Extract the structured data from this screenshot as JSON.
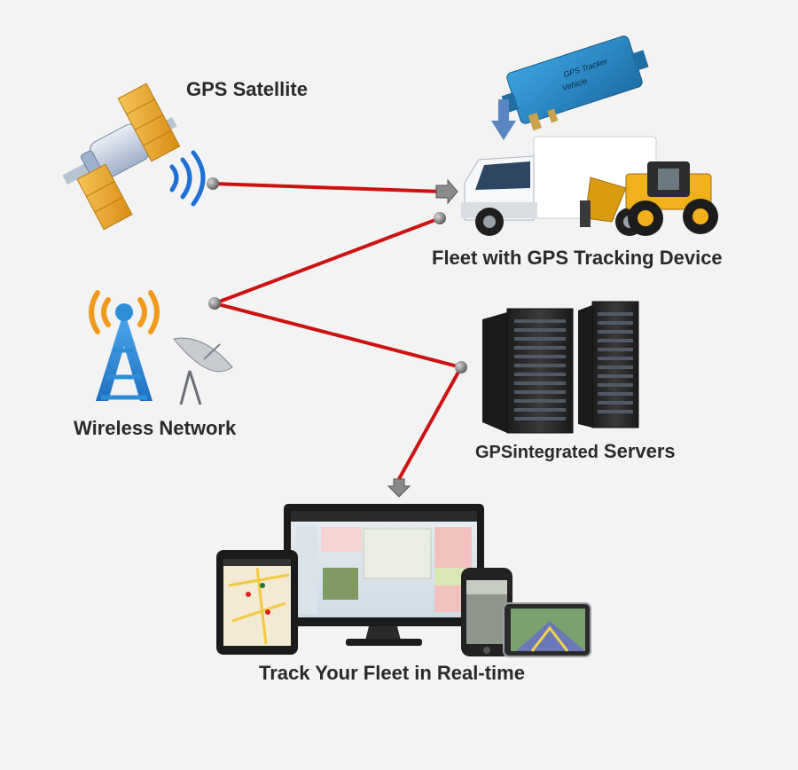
{
  "labels": {
    "satellite": "GPS Satellite",
    "fleet": "Fleet with GPS Tracking Device",
    "wireless": "Wireless Network",
    "servers_prefix": "GPSintegrated",
    "servers_suffix": "Servers",
    "track": "Track Your Fleet in Real-time"
  },
  "device_label": "GPS Tracker",
  "device_label_2": "Vehicle",
  "colors": {
    "link": "#cc1212",
    "signal": "#1f6fd6",
    "tower": "#2b8fd8",
    "wave_orange": "#f29a1b",
    "tracker_blue": "#2a8cc8",
    "truck_white": "#ffffff",
    "loader_yellow": "#f2b01a",
    "server_dark": "#2b2b2b",
    "background": "#f3f3f3"
  },
  "icons": [
    "satellite-icon",
    "signal-waves-icon",
    "gps-tracker-icon",
    "down-arrow-icon",
    "truck-icon",
    "loader-icon",
    "cell-tower-icon",
    "satellite-dish-icon",
    "server-rack-icon",
    "monitor-icon",
    "tablet-icon",
    "smartphone-icon",
    "gps-navigator-icon"
  ]
}
